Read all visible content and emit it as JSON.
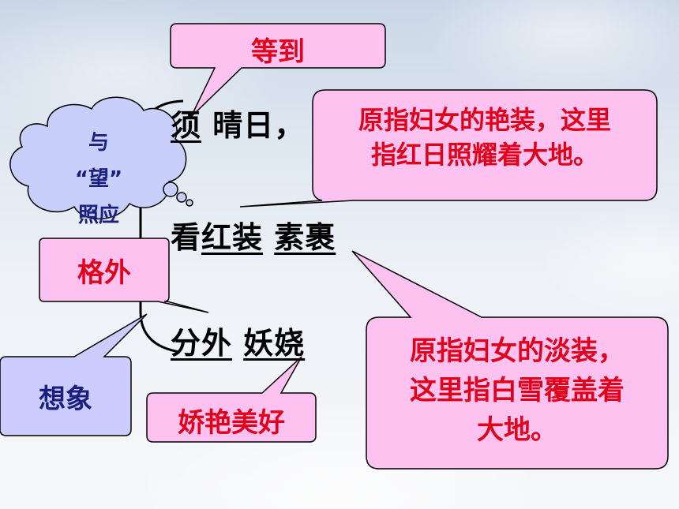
{
  "main_lines": {
    "line1": {
      "word": "须",
      "rest": "晴日，"
    },
    "line2": {
      "lead": "看",
      "word1": "红装",
      "word2": "素裹"
    },
    "line3": {
      "word1": "分外",
      "word2": "妖娆"
    }
  },
  "callouts": {
    "wait": "等到",
    "echo": {
      "line1": "与",
      "line2": "“望”",
      "line3": "照应"
    },
    "red_attire": {
      "line1": "原指妇女的艳装，这里",
      "line2": "指红日照耀着大地。"
    },
    "plain_attire": {
      "line1": "原指妇女的淡装，",
      "line2": "这里指白雪覆盖着",
      "line3": "大地。"
    },
    "especially": "格外",
    "imagine": "想象",
    "beautiful": "娇艳美好"
  },
  "colors": {
    "callout_pink": "#fec2f1",
    "callout_lavender": "#ccccff",
    "cloud_fill": "#c7cffa",
    "text_red": "#e0001a",
    "text_navy": "#1b1f80"
  }
}
